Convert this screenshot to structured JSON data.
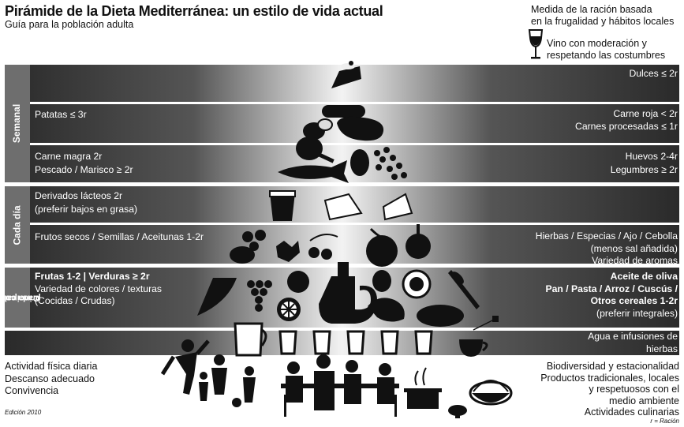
{
  "header": {
    "title": "Pirámide de la Dieta Mediterránea: un estilo de vida actual",
    "subtitle": "Guía para la población adulta",
    "portion_line1": "Medida de la ración basada",
    "portion_line2": "en la frugalidad y hábitos locales",
    "wine_line1": "Vino con moderación y",
    "wine_line2": "respetando las costumbres"
  },
  "sections": {
    "weekly": "Semanal",
    "daily": "Cada día",
    "meal_line1": "Cada comida",
    "meal_line2": "principal"
  },
  "weekly": {
    "sweets": "Dulces ≤ 2r",
    "potatoes": "Patatas ≤ 3r",
    "red_meat": "Carne roja < 2r",
    "processed_meat": "Carnes procesadas ≤ 1r",
    "white_meat": "Carne magra 2r",
    "fish": "Pescado / Marisco ≥ 2r",
    "eggs": "Huevos 2-4r",
    "legumes": "Legumbres ≥ 2r"
  },
  "daily": {
    "dairy_line1": "Derivados lácteos 2r",
    "dairy_line2": "(preferir bajos en grasa)",
    "nuts": "Frutos secos / Semillas / Aceitunas 1-2r",
    "herbs_line1": "Hierbas / Especias / Ajo / Cebolla",
    "herbs_line2": "(menos sal añadida)",
    "herbs_line3": "Variedad de aromas"
  },
  "meal": {
    "fruits_veg": "Frutas 1-2 | Verduras ≥ 2r",
    "variety_line1": "Variedad de colores / texturas",
    "variety_line2": "(Cocidas / Crudas)",
    "olive_oil": "Aceite de oliva",
    "cereals_line1": "Pan / Pasta / Arroz / Cuscús /",
    "cereals_line2": "Otros cereales 1-2r",
    "cereals_line3": "(preferir integrales)"
  },
  "water": {
    "line1": "Agua e infusiones de",
    "line2": "hierbas"
  },
  "lifestyle_left": [
    "Actividad física diaria",
    "Descanso adecuado",
    "Convivencia"
  ],
  "lifestyle_right": [
    "Biodiversidad y estacionalidad",
    "Productos tradicionales, locales",
    "y respetuosos con el",
    "medio ambiente",
    "Actividades culinarias"
  ],
  "footer": {
    "edition": "Edición 2010",
    "racion": "r = Ración"
  }
}
